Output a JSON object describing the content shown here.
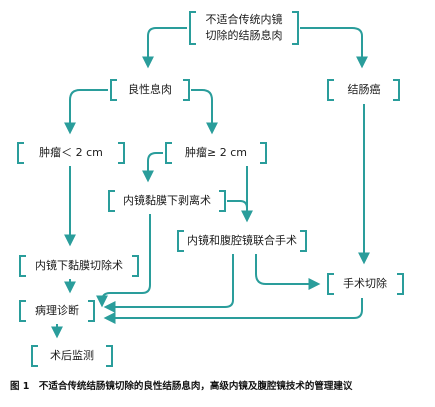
{
  "nodes": {
    "top": {
      "line1": "不适合传统内镜",
      "line2": "切除的结肠息肉"
    },
    "benign": "良性息肉",
    "cancer": "结肠癌",
    "small": "肿瘤＜ 2 cm",
    "large": "肿瘤≥ 2 cm",
    "esd": "内镜黏膜下剥离术",
    "lecs": "内镜和腹腔镜联合手术",
    "emr": "内镜下黏膜切除术",
    "surgery": "手术切除",
    "pathology": "病理诊断",
    "followup": "术后监测"
  },
  "caption": "图 1　不适合传统结肠镜切除的良性结肠息肉，高级内镜及腹腔镜技术的管理建议",
  "colors": {
    "arrow": "#2a9d9b",
    "bracket": "#2a9d9b",
    "text": "#1a1a1a"
  }
}
